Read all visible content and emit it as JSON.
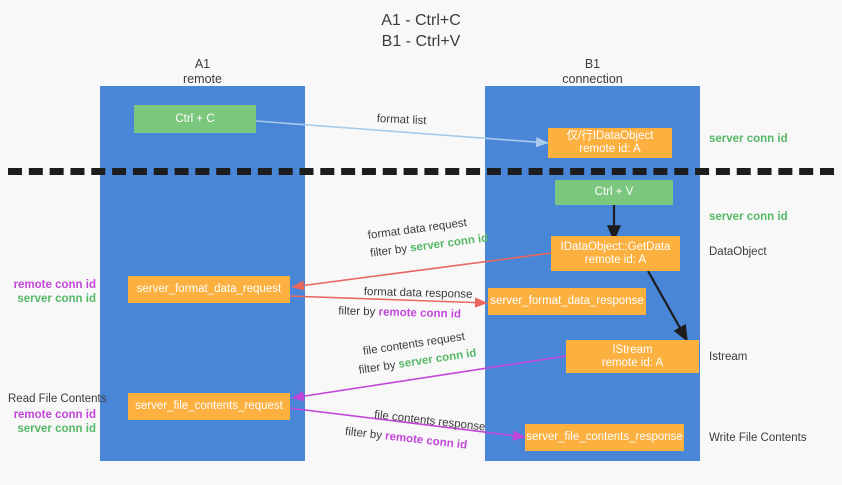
{
  "title": "A1 - Ctrl+C\nB1 - Ctrl+V",
  "colors": {
    "lane": "#4a86d8",
    "green_box": "#7bc77e",
    "orange_box": "#fbb040",
    "background": "#f8f8f8",
    "divider": "#1d1d1d",
    "server_conn_id": "#55b867",
    "remote_conn_id": "#c246d8",
    "arrow_format_list": "#a8cbe8",
    "arrow_format_data": "#e8685f",
    "arrow_file_contents": "#c246d8",
    "arrow_internal": "#1d1d1d"
  },
  "lanes": [
    {
      "name": "a1",
      "title": "A1",
      "subtitle": "remote",
      "header": "A1\nremote"
    },
    {
      "name": "b1",
      "title": "B1",
      "subtitle": "connection",
      "header": "B1\nconnection"
    }
  ],
  "nodes": {
    "ctrl_c": "Ctrl + C",
    "data_object_in": "仅/行IDataObject\nremote id: A",
    "ctrl_v": "Ctrl + V",
    "get_data": "IDataObject::GetData\nremote id: A",
    "format_data_request": "server_format_data_request",
    "format_data_response": "server_format_data_response",
    "istream": "IStream\nremote id: A",
    "file_contents_request": "server_file_contents_request",
    "file_contents_response": "server_file_contents_response"
  },
  "edge_labels": {
    "format_list": "format list",
    "format_data_request": "format data request",
    "format_data_request_filter_prefix": "filter by ",
    "format_data_request_filter_value": "server conn id",
    "format_data_response": "format data response",
    "format_data_response_filter_prefix": "filter by ",
    "format_data_response_filter_value": "remote conn id",
    "file_contents_request": "file contents request",
    "file_contents_request_filter_prefix": "filter by ",
    "file_contents_request_filter_value": "server conn id",
    "file_contents_response": "file contents response",
    "file_contents_response_filter_prefix": "filter by ",
    "file_contents_response_filter_value": "remote conn id"
  },
  "annotations": {
    "right_server_conn_id_top": "server conn id",
    "right_server_conn_id_mid": "server conn id",
    "right_data_object": "DataObject",
    "right_istream": "Istream",
    "right_write_file_contents": "Write File Contents",
    "left_remote_conn_id_1": "remote conn id",
    "left_server_conn_id_1": "server conn id",
    "left_read_file_contents": "Read File Contents",
    "left_remote_conn_id_2": "remote conn id",
    "left_server_conn_id_2": "server conn id"
  }
}
